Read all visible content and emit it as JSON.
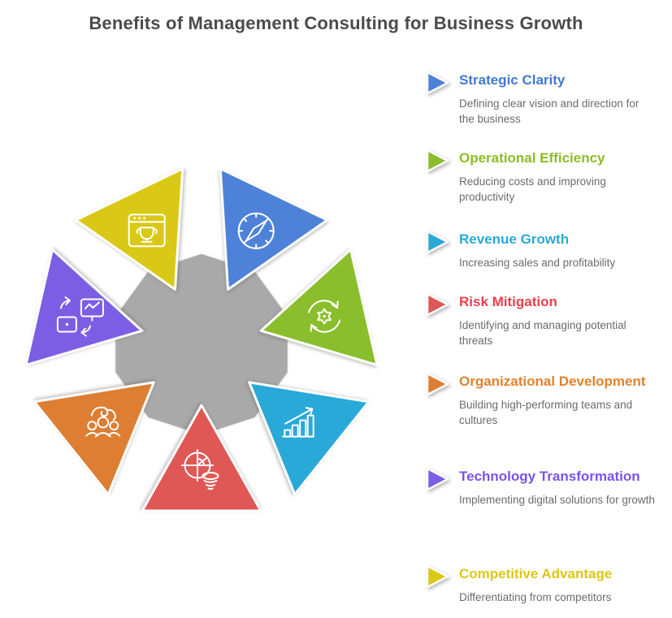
{
  "title": "Benefits of Management Consulting for Business Growth",
  "diagram": {
    "center_shape": "decagon",
    "center_color": "#a9a9a9"
  },
  "benefits": [
    {
      "title": "Strategic Clarity",
      "description": "Defining clear vision and direction for the business",
      "shape_color": "#4d82d8",
      "text_color": "#4278d1",
      "icon": "compass-icon"
    },
    {
      "title": "Operational Efficiency",
      "description": "Reducing costs and improving productivity",
      "shape_color": "#8bbe2d",
      "text_color": "#8abd24",
      "icon": "gear-sync-icon"
    },
    {
      "title": "Revenue Growth",
      "description": "Increasing sales and profitability",
      "shape_color": "#29a9d8",
      "text_color": "#29a9d8",
      "icon": "growth-chart-icon"
    },
    {
      "title": "Risk Mitigation",
      "description": "Identifying and managing potential threats",
      "shape_color": "#e05855",
      "text_color": "#ec404e",
      "icon": "target-funnel-icon"
    },
    {
      "title": "Organizational Development",
      "description": "Building high-performing teams and cultures",
      "shape_color": "#dd7e33",
      "text_color": "#e0832c",
      "icon": "team-icon"
    },
    {
      "title": "Technology Transformation",
      "description": "Implementing digital solutions for growth",
      "shape_color": "#7c5ee4",
      "text_color": "#7a52e8",
      "icon": "device-sync-icon"
    },
    {
      "title": "Competitive Advantage",
      "description": "Differentiating from competitors",
      "shape_color": "#d9c916",
      "text_color": "#ddc713",
      "icon": "trophy-browser-icon"
    }
  ]
}
